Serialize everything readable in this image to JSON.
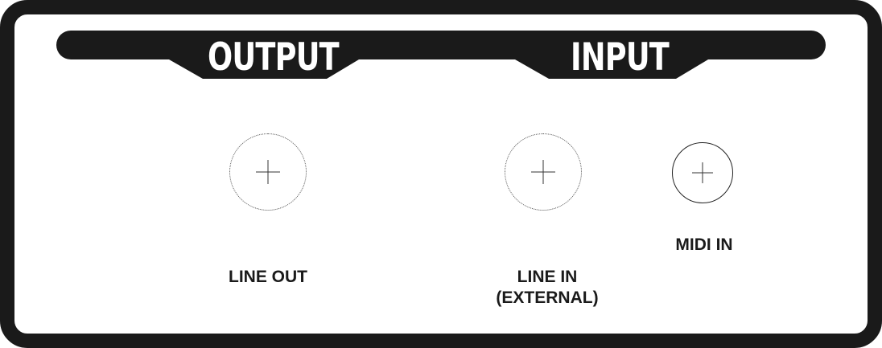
{
  "headers": {
    "output": "OUTPUT",
    "input": "INPUT"
  },
  "ports": {
    "line_out": {
      "label": "LINE OUT",
      "icon": "jack-connector-icon"
    },
    "line_in": {
      "label_line1": "LINE IN",
      "label_line2": "(EXTERNAL)",
      "icon": "jack-connector-icon"
    },
    "midi_in": {
      "label": "MIDI IN",
      "icon": "midi-connector-icon"
    }
  },
  "colors": {
    "frame": "#1a1a1a",
    "background": "#ffffff",
    "text": "#1a1a1a",
    "header_text": "#ffffff"
  }
}
